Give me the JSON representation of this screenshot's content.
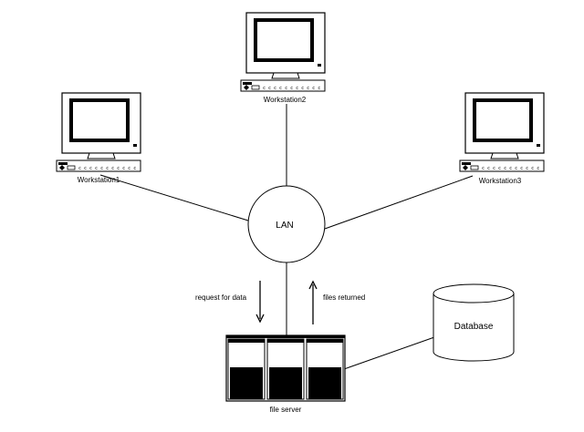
{
  "diagram": {
    "nodes": {
      "workstation1": {
        "label": "Workstation1",
        "icon": "computer-icon"
      },
      "workstation2": {
        "label": "Workstation2",
        "icon": "computer-icon"
      },
      "workstation3": {
        "label": "Workstation3",
        "icon": "computer-icon"
      },
      "lan": {
        "label": "LAN"
      },
      "file_server": {
        "label": "file server",
        "icon": "server-icon"
      },
      "database": {
        "label": "Database",
        "icon": "database-icon"
      }
    },
    "arrows": {
      "request": {
        "label": "request for data",
        "direction": "down"
      },
      "returned": {
        "label": "files returned",
        "direction": "up"
      }
    },
    "colors": {
      "line": "#000000",
      "background": "#ffffff"
    }
  }
}
